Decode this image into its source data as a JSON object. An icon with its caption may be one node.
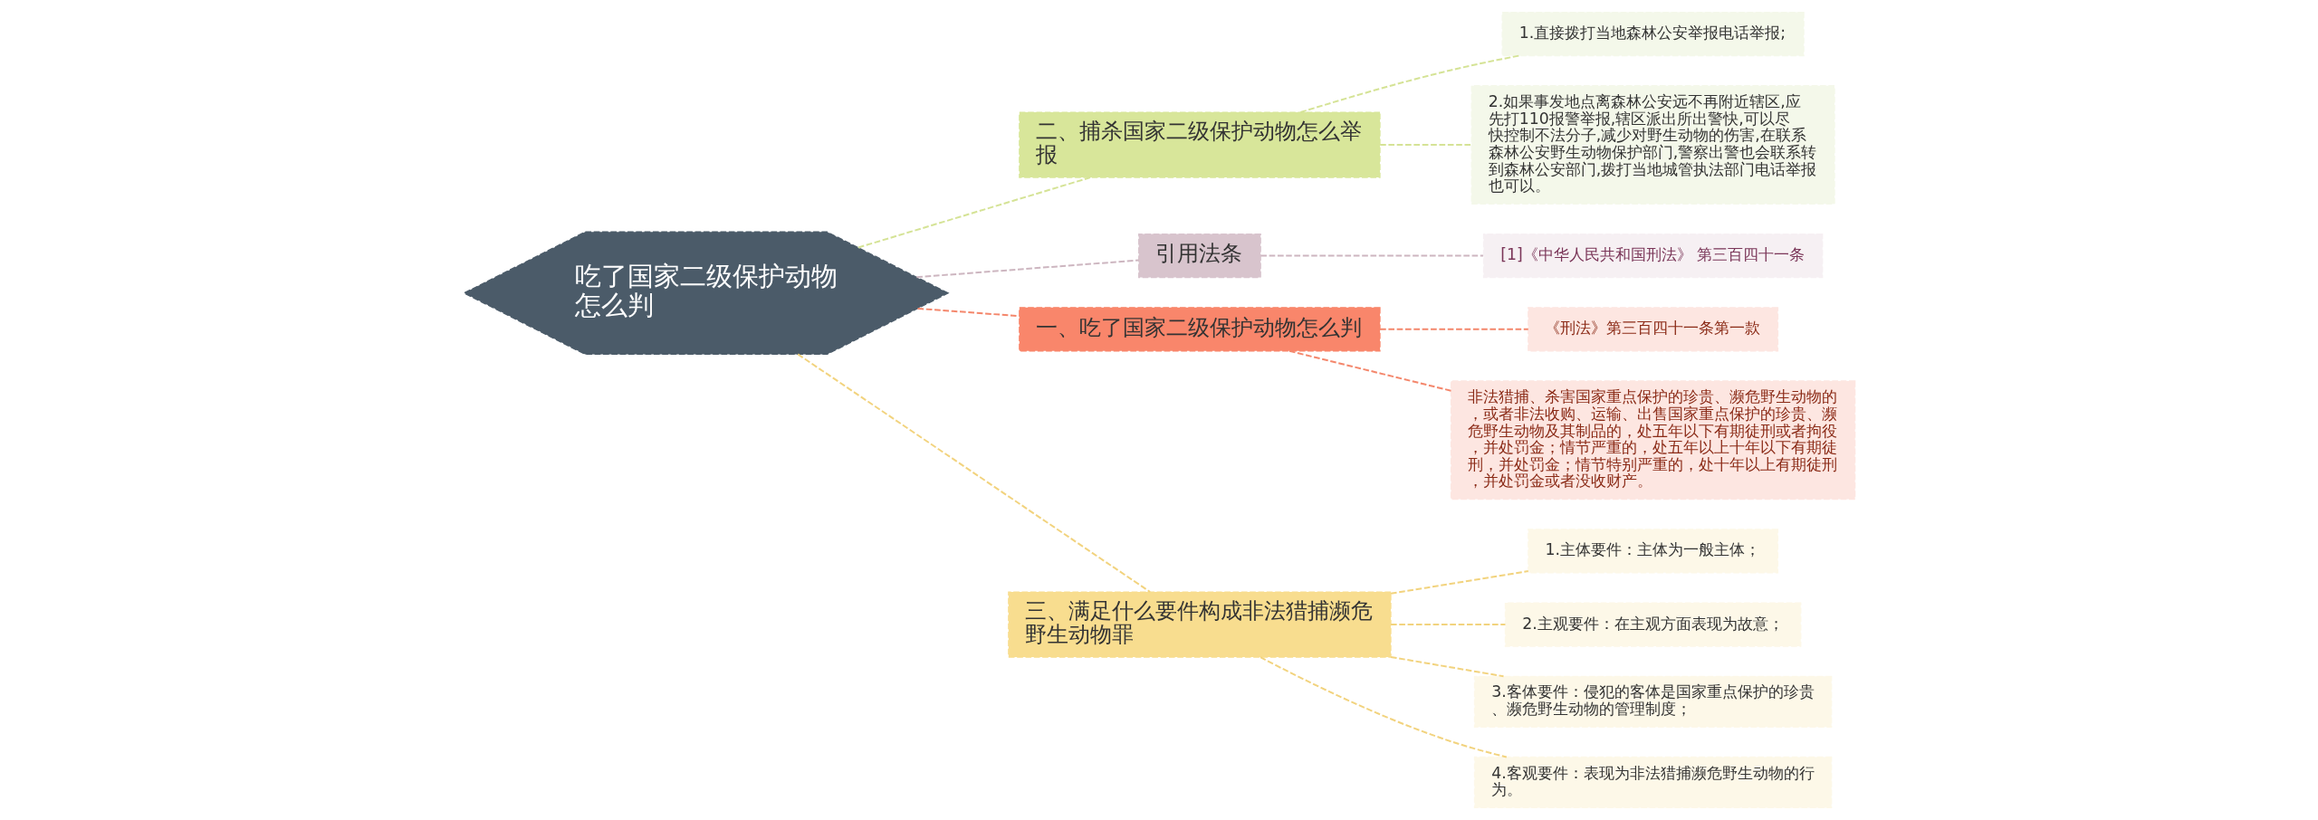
{
  "diagram": {
    "nodes": [
      {
        "text": [
          "吃了国家二级保护动物怎么判"
        ]
      },
      {
        "text": [
          "二、捕杀国家二级保护动物怎么举报"
        ]
      },
      {
        "text": [
          "1.直接拨打当地森林公安举报电话举报;"
        ]
      },
      {
        "text": [
          "2.如果事发地点离森林公安远不再附近辖区,应先打110报警举报,辖区派出所出警快,可以尽快控制不法分子,减少对野生动物的伤害,在联系森林公安野生动物保护部门,警察出警也会联系转到森林公安部门,拨打当地城管执法部门电话举报也可以。"
        ]
      },
      {
        "text": [
          "引用法条"
        ]
      },
      {
        "text": [
          "[1]《中华人民共和国刑法》 第三百四十一条"
        ]
      },
      {
        "text": [
          "一、吃了国家二级保护动物怎么判"
        ]
      },
      {
        "text": [
          "《刑法》第三百四十一条第一款"
        ]
      },
      {
        "text": [
          "非法猎捕、杀害国家重点保护的珍贵、濒危野生动物的，或者非法收购、运输、出售国家重点保护的珍贵、濒危野生动物及其制品的，处五年以下有期徒刑或者拘役，并处罚金；情节严重的，处五年以上十年以下有期徒刑，并处罚金；情节特别严重的，处十年以上有期徒刑，并处罚金或者没收财产。"
        ]
      },
      {
        "text": [
          "三、满足什么要件构成非法猎捕濒危野生动物罪"
        ]
      },
      {
        "text": [
          "1.主体要件：主体为一般主体；"
        ]
      },
      {
        "text": [
          "2.主观要件：在主观方面表现为故意；"
        ]
      },
      {
        "text": [
          "3.客体要件：侵犯的客体是国家重点保护的珍贵、濒危野生动物的管理制度；"
        ]
      },
      {
        "text": [
          "4.客观要件：表现为非法猎捕濒危野生动物的行为。"
        ]
      }
    ],
    "edges": [
      {
        "from": 0,
        "to": 1,
        "arrow": "none",
        "color": "#d5e396"
      },
      {
        "from": 1,
        "to": 2,
        "arrow": "none",
        "color": "#d5e396"
      },
      {
        "from": 1,
        "to": 3,
        "arrow": "none",
        "color": "#d5e396"
      },
      {
        "from": 0,
        "to": 4,
        "arrow": "none",
        "color": "#cdb6c0"
      },
      {
        "from": 4,
        "to": 5,
        "arrow": "none",
        "color": "#cdb6c0"
      },
      {
        "from": 0,
        "to": 6,
        "arrow": "none",
        "color": "#f4876c"
      },
      {
        "from": 6,
        "to": 7,
        "arrow": "none",
        "color": "#f4876c"
      },
      {
        "from": 6,
        "to": 8,
        "arrow": "none",
        "color": "#f4876c"
      },
      {
        "from": 0,
        "to": 9,
        "arrow": "none"
      },
      {
        "from": 9,
        "to": 10,
        "arrow": "none"
      },
      {
        "from": 9,
        "to": 11,
        "arrow": "none"
      },
      {
        "from": 9,
        "to": 12,
        "arrow": "none"
      },
      {
        "from": 9,
        "to": 13,
        "arrow": "none"
      }
    ]
  }
}
